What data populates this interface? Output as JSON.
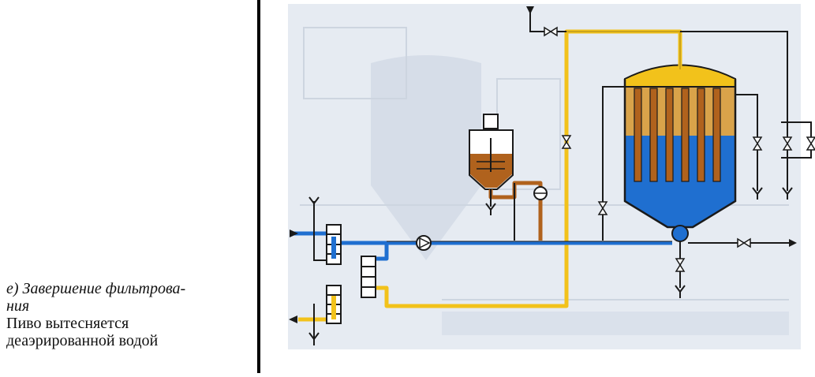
{
  "caption": {
    "title": "е) Завершение фильтрова-\nния",
    "title_line1": "е) Завершение фильтрова-",
    "title_line2": "ния",
    "body_line1": "Пиво вытесняется",
    "body_line2": "деаэрированной водой"
  },
  "colors": {
    "water_blue": "#1f6fd0",
    "beer_yellow": "#f2c21b",
    "sludge_brown": "#b0621d",
    "filter_amber": "#d9a34a",
    "ghost_background": "#dde3ec",
    "pipe_black": "#1a1a1a"
  },
  "icons": [
    "valve-icon",
    "pump-icon",
    "sight-glass-icon",
    "drain-icon",
    "flow-arrow-icon"
  ]
}
